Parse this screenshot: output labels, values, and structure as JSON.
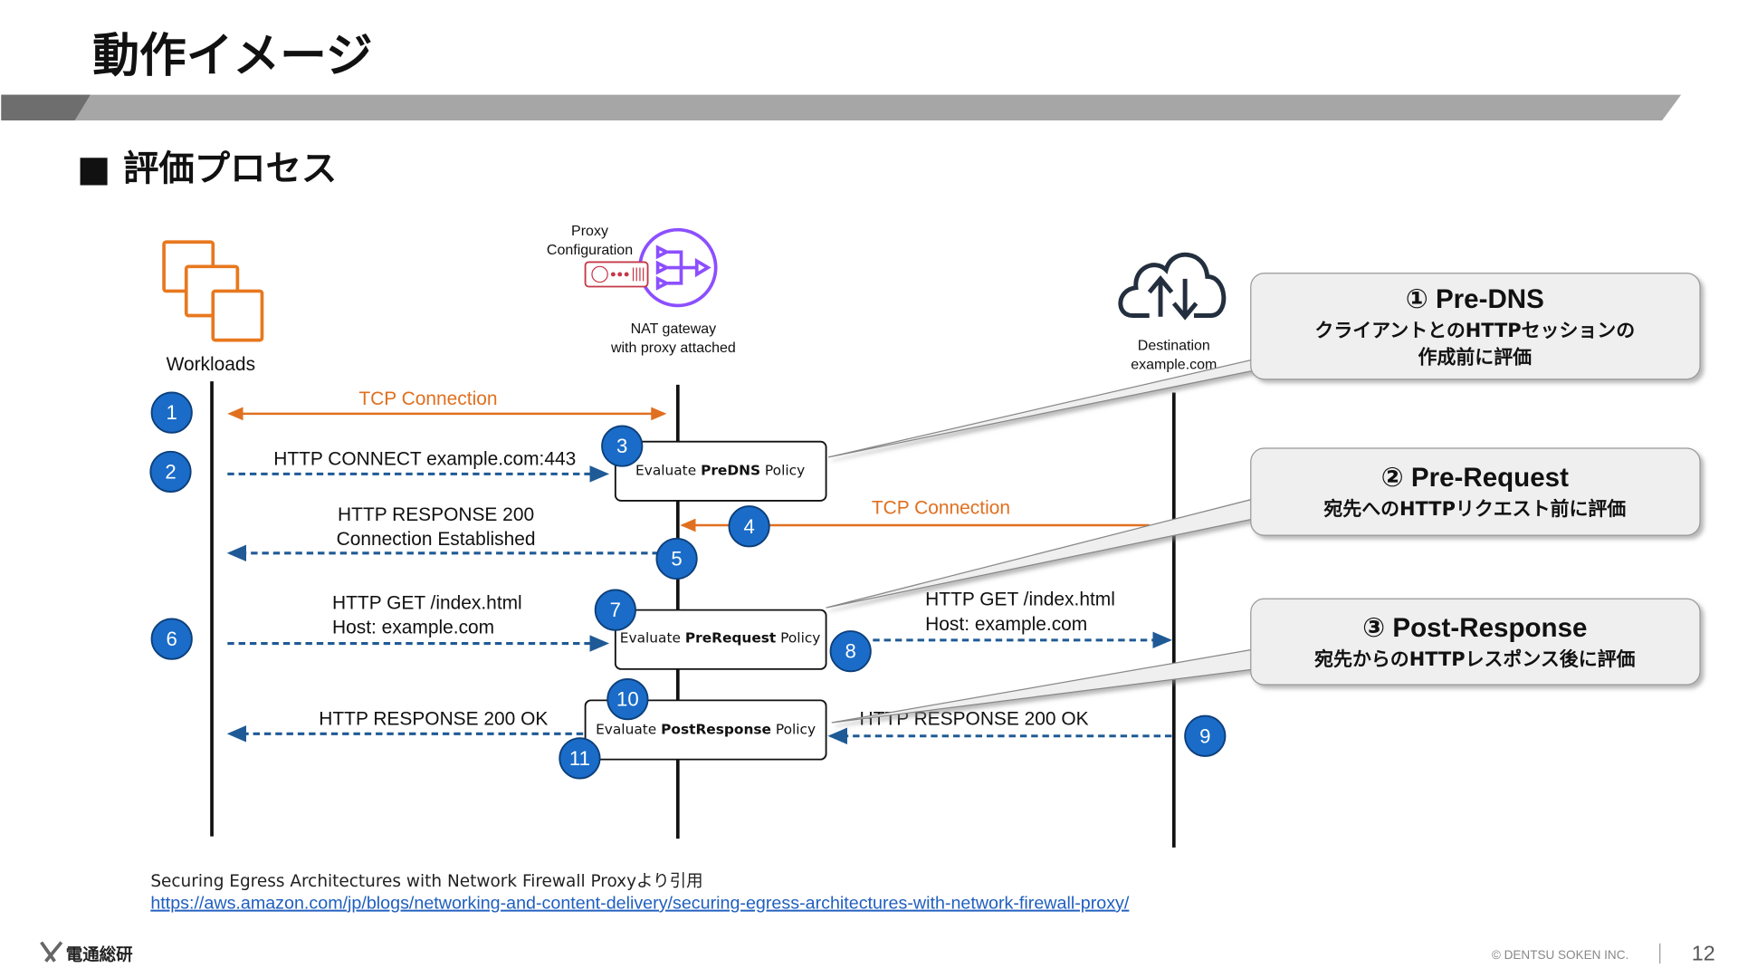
{
  "slide": {
    "title": "動作イメージ",
    "section": "■ 評価プロセス",
    "page_number": "12",
    "copyright": "© DENTSU SOKEN INC.",
    "logo_text": "電通総研"
  },
  "diagram": {
    "actors": {
      "workloads": "Workloads",
      "proxy_config_line1": "Proxy",
      "proxy_config_line2": "Configuration",
      "nat_line1": "NAT gateway",
      "nat_line2": "with proxy attached",
      "destination_line1": "Destination",
      "destination_line2": "example.com"
    },
    "messages": {
      "tcp1": "TCP Connection",
      "connect": "HTTP CONNECT example.com:443",
      "tcp2": "TCP Connection",
      "resp200_line1": "HTTP RESPONSE 200",
      "resp200_line2": "Connection Established",
      "get_line1": "HTTP GET /index.html",
      "get_line2": "Host: example.com",
      "get2_line1": "HTTP GET /index.html",
      "get2_line2": "Host: example.com",
      "ok_right": "HTTP RESPONSE 200 OK",
      "ok_left": "HTTP RESPONSE 200 OK"
    },
    "policies": {
      "predns_pre": "Evaluate ",
      "predns_bold": "PreDNS",
      "predns_post": " Policy",
      "prereq_pre": "Evaluate ",
      "prereq_bold": "PreRequest",
      "prereq_post": " Policy",
      "postresp_pre": "Evaluate ",
      "postresp_bold": "PostResponse",
      "postresp_post": " Policy"
    },
    "steps": [
      "1",
      "2",
      "3",
      "4",
      "5",
      "6",
      "7",
      "8",
      "9",
      "10",
      "11"
    ],
    "callouts": [
      {
        "title": "① Pre-DNS",
        "line1": "クライアントとのHTTPセッションの",
        "line2": "作成前に評価"
      },
      {
        "title": "② Pre-Request",
        "line1": "宛先へのHTTPリクエスト前に評価"
      },
      {
        "title": "③ Post-Response",
        "line1": "宛先からのHTTPレスポンス後に評価"
      }
    ],
    "colors": {
      "step": "#1a6cc8",
      "tcp": "#e07020",
      "dashed": "#1f5a96",
      "nat": "#8c4fff",
      "workloads": "#e8781e"
    }
  },
  "citation": {
    "text": "Securing Egress Architectures with Network Firewall Proxyより引用",
    "url": "https://aws.amazon.com/jp/blogs/networking-and-content-delivery/securing-egress-architectures-with-network-firewall-proxy/"
  }
}
